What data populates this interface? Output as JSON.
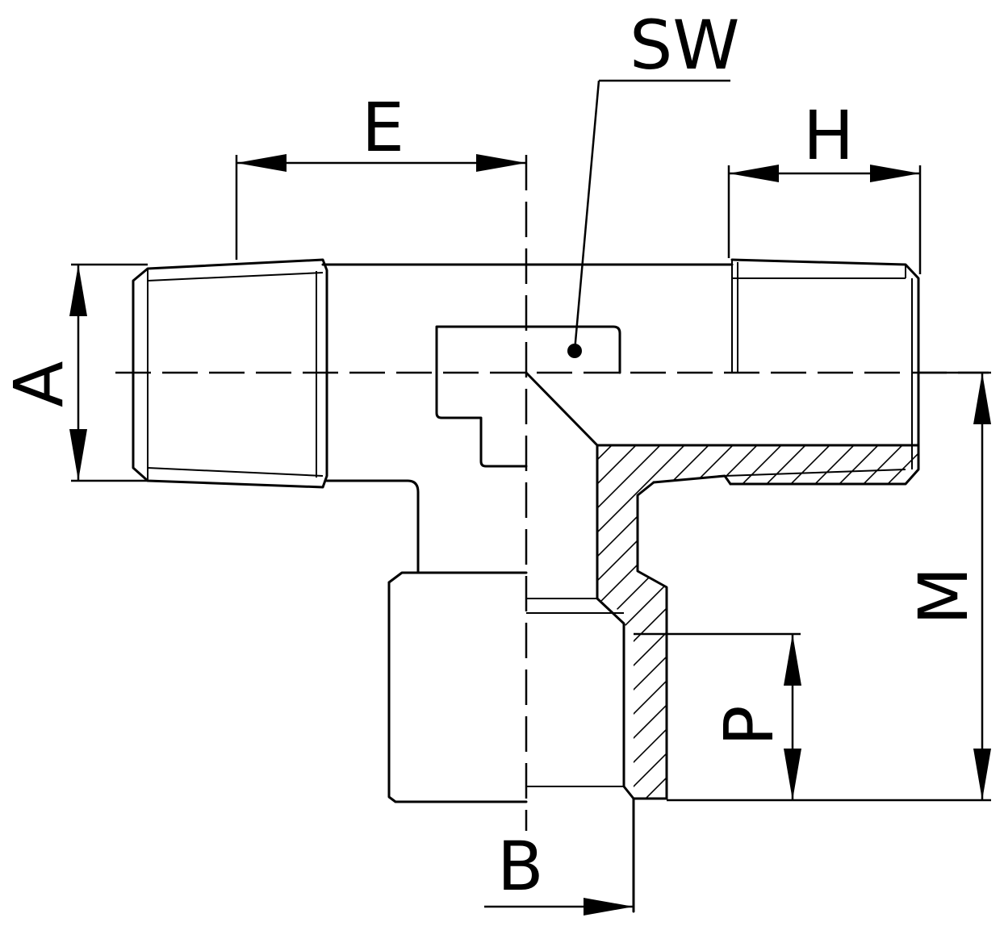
{
  "labels": {
    "sw": "SW",
    "e": "E",
    "h": "H",
    "a": "A",
    "m": "M",
    "p": "P",
    "b": "B"
  }
}
